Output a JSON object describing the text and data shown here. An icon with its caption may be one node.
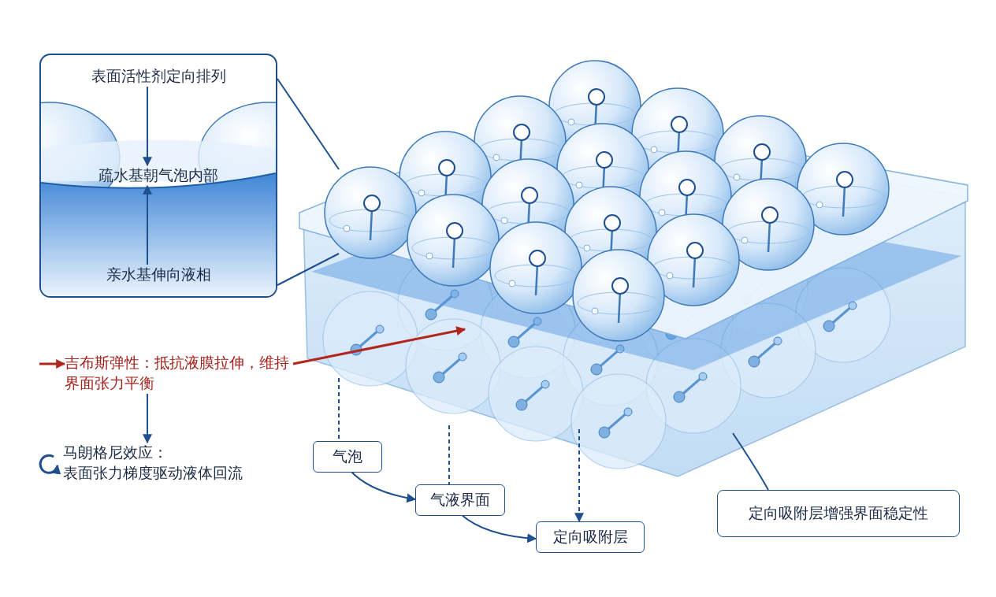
{
  "diagram": {
    "nodes": [
      {
        "text": [],
        "shape": "box"
      },
      {
        "text": [
          "表面活性剂定向排列"
        ],
        "in": 0
      },
      {
        "text": [
          "疏水基朝气泡内部"
        ],
        "in": 0
      },
      {
        "text": [
          "亲水基伸向液相"
        ],
        "in": 0
      },
      {
        "text": [],
        "shape": "picture"
      },
      {
        "text": [
          "吉布斯弹性：抵抗液膜拉伸，维持界面张力平衡"
        ]
      },
      {
        "text": [
          "马朗格尼效应：",
          "表面张力梯度驱动液体回流"
        ]
      },
      {
        "text": [
          "气泡"
        ]
      },
      {
        "text": [
          "气液界面"
        ]
      },
      {
        "text": [
          "定向吸附层"
        ]
      },
      {
        "text": [
          "定向吸附层增强界面稳定性"
        ]
      }
    ],
    "edges": [
      {
        "from": 1,
        "to": 2,
        "arrow": "to"
      },
      {
        "from": 3,
        "to": 2,
        "arrow": "to"
      },
      {
        "from": 0,
        "to": 4,
        "arrow": "none"
      },
      {
        "from": 0,
        "to": 4,
        "arrow": "none"
      },
      {
        "from": null,
        "to": 5,
        "arrow": "to",
        "color": "#b3261e"
      },
      {
        "from": 5,
        "to": 4,
        "arrow": "to",
        "color": "#b3261e"
      },
      {
        "from": 5,
        "to": 6,
        "arrow": "to"
      },
      {
        "from": 6,
        "to": 6,
        "arrow": "to"
      },
      {
        "from": 4,
        "to": 7,
        "arrow": "none",
        "style": "dashed"
      },
      {
        "from": 4,
        "to": 8,
        "arrow": "none",
        "style": "dashed"
      },
      {
        "from": 4,
        "to": 9,
        "arrow": "to",
        "style": "dashed"
      },
      {
        "from": 7,
        "to": 8,
        "arrow": "to"
      },
      {
        "from": 8,
        "to": 9,
        "arrow": "to"
      },
      {
        "from": 10,
        "to": 4,
        "arrow": "none"
      }
    ]
  }
}
